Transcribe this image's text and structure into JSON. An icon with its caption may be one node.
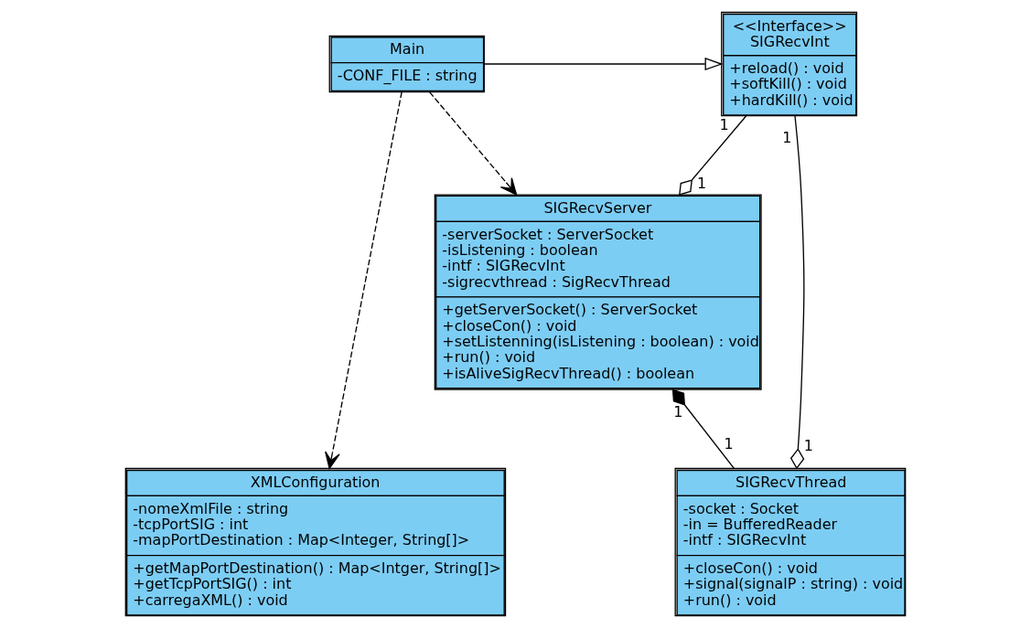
{
  "diagram": {
    "nodes": [
      {
        "text": [
          "Main",
          "-CONF_FILE : string"
        ]
      },
      {
        "text": [
          "<<Interface>>",
          "SIGRecvInt",
          "+reload() : void",
          "+softKill() : void",
          "+hardKill() : void"
        ]
      },
      {
        "text": [
          "SIGRecvServer",
          "-serverSocket : ServerSocket",
          "-isListening : boolean",
          "-intf : SIGRecvInt",
          "-sigrecvthread : SigRecvThread",
          "+getServerSocket() : ServerSocket",
          "+closeCon() : void",
          "+setListenning(isListening : boolean) : void",
          "+run() : void",
          "+isAliveSigRecvThread() : boolean"
        ]
      },
      {
        "text": [
          "XMLConfiguration",
          "-nomeXmlFile : string",
          "-tcpPortSIG : int",
          "-mapPortDestination : Map<Integer, String[]>",
          "+getMapPortDestination() : Map<Intger, String[]>",
          "+getTcpPortSIG() : int",
          "+carregaXML() : void"
        ]
      },
      {
        "text": [
          "SIGRecvThread",
          "-socket : Socket",
          "-in = BufferedReader",
          "-intf : SIGRecvInt",
          "+closeCon() : void",
          "+signal(signalP : string) : void",
          "+run() : void"
        ]
      }
    ],
    "edges": [
      {
        "from": 0,
        "to": 1,
        "arrow": "to"
      },
      {
        "from": 0,
        "to": 2,
        "arrow": "to",
        "style": "dashed"
      },
      {
        "from": 0,
        "to": 3,
        "arrow": "to",
        "style": "dashed"
      },
      {
        "from": 1,
        "to": 2,
        "arrow": "other"
      },
      {
        "from": 4,
        "to": 2,
        "arrow": "other"
      },
      {
        "from": 1,
        "to": 4,
        "arrow": "other"
      }
    ],
    "labels": [
      "1",
      "1",
      "1",
      "1",
      "1",
      "1"
    ]
  }
}
